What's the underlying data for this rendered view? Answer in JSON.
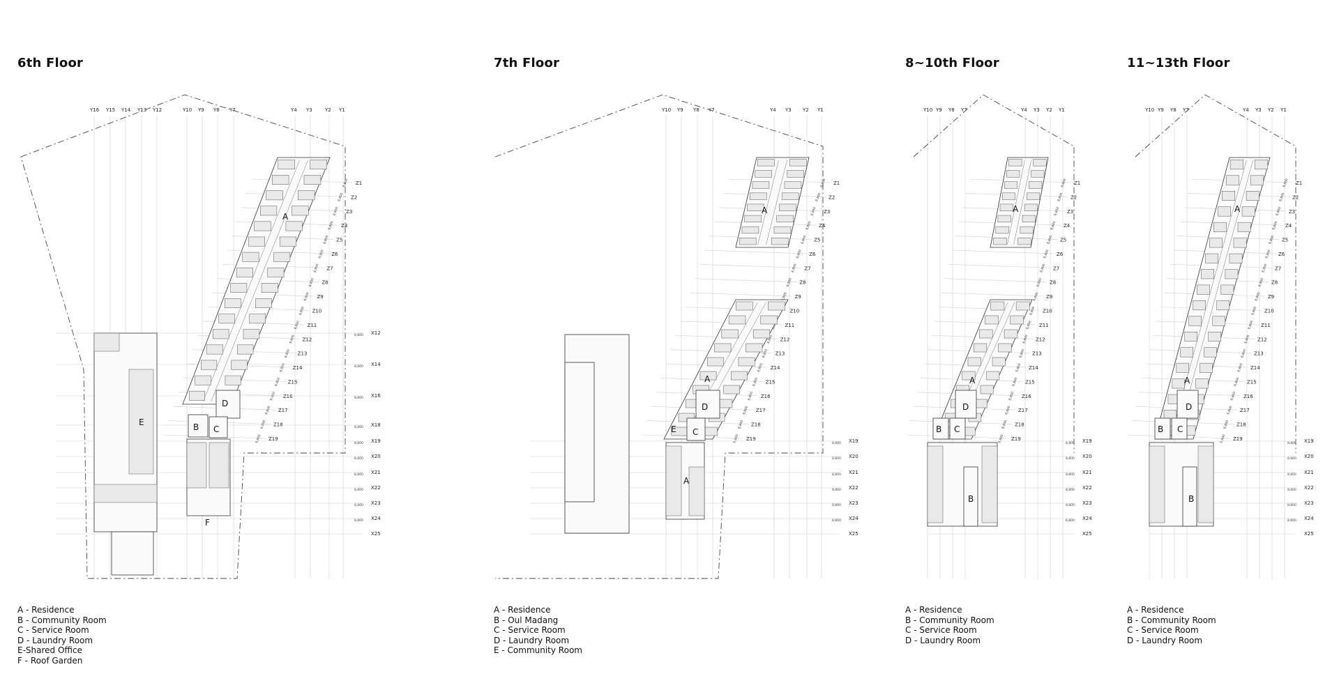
{
  "panels": [
    {
      "title": "6th Floor",
      "legend": [
        "A -  Residence",
        "B - Community Room",
        "C - Service Room",
        "D - Laundry Room",
        "E-Shared Office",
        "F - Roof Garden"
      ],
      "area_labels": [
        "A",
        "B",
        "C",
        "D",
        "E",
        "F"
      ],
      "y_axes": [
        "Y16",
        "Y15",
        "Y14",
        "Y13",
        "Y12",
        "Y10",
        "Y9",
        "Y8",
        "Y7",
        "Y4",
        "Y3",
        "Y2",
        "Y1"
      ],
      "z_axes": [
        "Z1",
        "Z2",
        "Z3",
        "Z4",
        "Z5",
        "Z6",
        "Z7",
        "Z8",
        "Z9",
        "Z10",
        "Z11",
        "Z12",
        "Z13",
        "Z14",
        "Z15",
        "Z16",
        "Z17",
        "Z18",
        "Z19"
      ],
      "x_axes": [
        "X12",
        "X14",
        "X16",
        "X18",
        "X19",
        "X20",
        "X21",
        "X22",
        "X23",
        "X24",
        "X25"
      ]
    },
    {
      "title": "7th Floor",
      "legend": [
        "A - Residence",
        "B - Oul Madang",
        "C - Service Room",
        "D - Laundry Room",
        "E - Community Room"
      ],
      "area_labels": [
        "A",
        "A",
        "C",
        "D",
        "E",
        "A"
      ],
      "y_axes": [
        "Y10",
        "Y9",
        "Y8",
        "Y7",
        "Y4",
        "Y3",
        "Y2",
        "Y1"
      ],
      "z_axes": [
        "Z1",
        "Z2",
        "Z3",
        "Z4",
        "Z5",
        "Z6",
        "Z7",
        "Z8",
        "Z9",
        "Z10",
        "Z11",
        "Z12",
        "Z13",
        "Z14",
        "Z15",
        "Z16",
        "Z17",
        "Z18",
        "Z19"
      ],
      "x_axes": [
        "X19",
        "X20",
        "X21",
        "X22",
        "X23",
        "X24",
        "X25"
      ]
    },
    {
      "title": "8~10th Floor",
      "legend": [
        "A - Residence",
        "B - Community Room",
        "C - Service Room",
        "D - Laundry Room"
      ],
      "area_labels": [
        "A",
        "A",
        "B",
        "C",
        "D",
        "B"
      ],
      "y_axes": [
        "Y10",
        "Y9",
        "Y8",
        "Y7",
        "Y4",
        "Y3",
        "Y2",
        "Y1"
      ],
      "z_axes": [
        "Z1",
        "Z2",
        "Z3",
        "Z4",
        "Z5",
        "Z6",
        "Z7",
        "Z8",
        "Z9",
        "Z10",
        "Z11",
        "Z12",
        "Z13",
        "Z14",
        "Z15",
        "Z16",
        "Z17",
        "Z18",
        "Z19"
      ],
      "x_axes": [
        "X19",
        "X20",
        "X21",
        "X22",
        "X23",
        "X24",
        "X25"
      ]
    },
    {
      "title": "11~13th Floor",
      "legend": [
        "A - Residence",
        "B - Community Room",
        "C - Service Room",
        "D - Laundry Room"
      ],
      "area_labels": [
        "A",
        "A",
        "B",
        "C",
        "D",
        "B"
      ],
      "y_axes": [
        "Y10",
        "Y9",
        "Y8",
        "Y7",
        "Y4",
        "Y3",
        "Y2",
        "Y1"
      ],
      "z_axes": [
        "Z1",
        "Z2",
        "Z3",
        "Z4",
        "Z5",
        "Z6",
        "Z7",
        "Z8",
        "Z9",
        "Z10",
        "Z11",
        "Z12",
        "Z13",
        "Z14",
        "Z15",
        "Z16",
        "Z17",
        "Z18",
        "Z19"
      ],
      "x_axes": [
        "X19",
        "X20",
        "X21",
        "X22",
        "X23",
        "X24",
        "X25"
      ]
    }
  ]
}
